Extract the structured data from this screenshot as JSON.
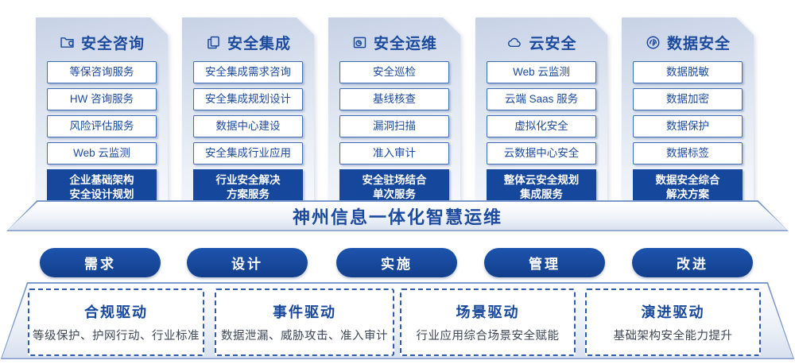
{
  "colors": {
    "primary_blue": "#1b4a9e",
    "dark_box_blue": "#15479c",
    "border_blue": "#3f6cb3",
    "dashed_blue": "#2e5cab"
  },
  "banner": {
    "title": "神州信息一体化智慧运维"
  },
  "columns": [
    {
      "icon": "folder-shield-icon",
      "title": "安全咨询",
      "items": [
        "等保咨询服务",
        "HW 咨询服务",
        "风险评估服务",
        "Web 云监测"
      ],
      "footer": [
        "企业基础架构",
        "安全设计规划"
      ]
    },
    {
      "icon": "documents-icon",
      "title": "安全集成",
      "items": [
        "安全集成需求咨询",
        "安全集成规划设计",
        "数据中心建设",
        "安全集成行业应用"
      ],
      "footer": [
        "行业安全解决",
        "方案服务"
      ]
    },
    {
      "icon": "folder-gauge-icon",
      "title": "安全运维",
      "items": [
        "安全巡检",
        "基线核查",
        "漏洞扫描",
        "准入审计"
      ],
      "footer": [
        "安全驻场结合",
        "单次服务"
      ]
    },
    {
      "icon": "cloud-icon",
      "title": "云安全",
      "items": [
        "Web 云监测",
        "云端 Saas 服务",
        "虚拟化安全",
        "云数据中心安全"
      ],
      "footer": [
        "整体云安全规划",
        "集成服务"
      ]
    },
    {
      "icon": "fingerprint-badge-icon",
      "title": "数据安全",
      "items": [
        "数据脱敏",
        "数据加密",
        "数据保护",
        "数据标签"
      ],
      "footer": [
        "数据安全综合",
        "解决方案"
      ]
    }
  ],
  "process_steps": [
    "需求",
    "设计",
    "实施",
    "管理",
    "改进"
  ],
  "drivers": [
    {
      "title": "合规驱动",
      "desc": "等级保护、护网行动、行业标准"
    },
    {
      "title": "事件驱动",
      "desc": "数据泄漏、威胁攻击、准入审计"
    },
    {
      "title": "场景驱动",
      "desc": "行业应用综合场景安全赋能"
    },
    {
      "title": "演进驱动",
      "desc": "基础架构安全能力提升"
    }
  ]
}
